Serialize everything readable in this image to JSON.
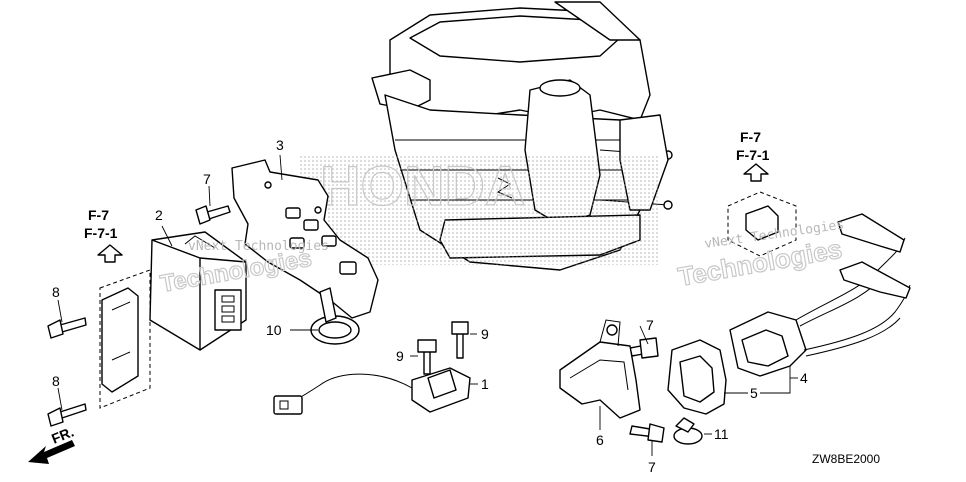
{
  "diagram_code": "ZW8BE2000",
  "front_marker": "FR.",
  "reference_left": {
    "line1": "F-7",
    "line2": "F-7-1"
  },
  "reference_right": {
    "line1": "F-7",
    "line2": "F-7-1"
  },
  "watermarks": {
    "left": "vNext Technologies",
    "right": "vNext Technologies",
    "right_big": "Technologies",
    "left_big": "Technologies"
  },
  "callouts": {
    "c1": "1",
    "c2": "2",
    "c3": "3",
    "c4": "4",
    "c5": "5",
    "c6": "6",
    "c7a": "7",
    "c7b": "7",
    "c7c": "7",
    "c8a": "8",
    "c8b": "8",
    "c9a": "9",
    "c9b": "9",
    "c10": "10",
    "c11": "11"
  }
}
